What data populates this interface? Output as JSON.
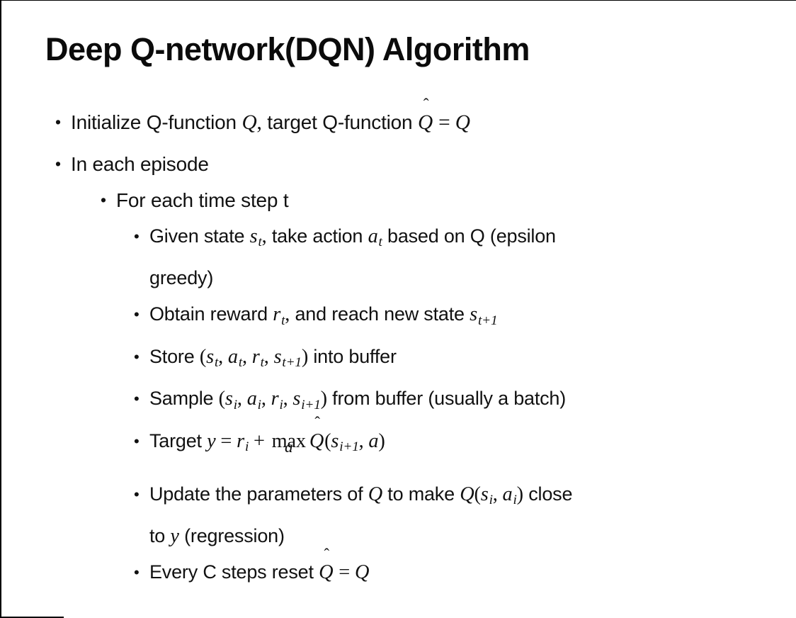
{
  "colors": {
    "background": "#ffffff",
    "text": "#111111",
    "border": "#000000"
  },
  "slide": {
    "title": "Deep Q-network(DQN) Algorithm",
    "bullet_char": "•",
    "bullets": [
      {
        "level": 1,
        "segments": [
          {
            "type": "t",
            "text": "Initialize Q-function "
          },
          {
            "type": "m",
            "text": "Q"
          },
          {
            "type": "mo",
            "text": ","
          },
          {
            "type": "t",
            "text": " target Q-function "
          },
          {
            "type": "hat",
            "text": "Q",
            "accent": "ˆ"
          },
          {
            "type": "mo",
            "text": " = "
          },
          {
            "type": "m",
            "text": "Q"
          }
        ]
      },
      {
        "level": 1,
        "segments": [
          {
            "type": "t",
            "text": "In each episode"
          }
        ]
      },
      {
        "level": 2,
        "segments": [
          {
            "type": "t",
            "text": "For each time step t"
          }
        ]
      },
      {
        "level": 3,
        "segments": [
          {
            "type": "t",
            "text": "Given state "
          },
          {
            "type": "msub",
            "text": "s",
            "sub": "t"
          },
          {
            "type": "mo",
            "text": ","
          },
          {
            "type": "t",
            "text": " take action "
          },
          {
            "type": "msub",
            "text": "a",
            "sub": "t"
          },
          {
            "type": "t",
            "text": " based on Q (epsilon"
          },
          {
            "type": "br"
          },
          {
            "type": "t",
            "text": "greedy)"
          }
        ]
      },
      {
        "level": 3,
        "segments": [
          {
            "type": "t",
            "text": "Obtain reward "
          },
          {
            "type": "msub",
            "text": "r",
            "sub": "t"
          },
          {
            "type": "mo",
            "text": ","
          },
          {
            "type": "t",
            "text": " and reach new state "
          },
          {
            "type": "msub",
            "text": "s",
            "sub": "t+1"
          }
        ]
      },
      {
        "level": 3,
        "segments": [
          {
            "type": "t",
            "text": "Store "
          },
          {
            "type": "mo",
            "text": "("
          },
          {
            "type": "msub",
            "text": "s",
            "sub": "t"
          },
          {
            "type": "mo",
            "text": ", "
          },
          {
            "type": "msub",
            "text": "a",
            "sub": "t"
          },
          {
            "type": "mo",
            "text": ", "
          },
          {
            "type": "msub",
            "text": "r",
            "sub": "t"
          },
          {
            "type": "mo",
            "text": ", "
          },
          {
            "type": "msub",
            "text": "s",
            "sub": "t+1"
          },
          {
            "type": "mo",
            "text": ")"
          },
          {
            "type": "t",
            "text": " into buffer"
          }
        ]
      },
      {
        "level": 3,
        "segments": [
          {
            "type": "t",
            "text": "Sample "
          },
          {
            "type": "mo",
            "text": "("
          },
          {
            "type": "msub",
            "text": "s",
            "sub": "i"
          },
          {
            "type": "mo",
            "text": ", "
          },
          {
            "type": "msub",
            "text": "a",
            "sub": "i"
          },
          {
            "type": "mo",
            "text": ", "
          },
          {
            "type": "msub",
            "text": "r",
            "sub": "i"
          },
          {
            "type": "mo",
            "text": ", "
          },
          {
            "type": "msub",
            "text": "s",
            "sub": "i+1"
          },
          {
            "type": "mo",
            "text": ")"
          },
          {
            "type": "t",
            "text": " from buffer (usually a batch)"
          }
        ]
      },
      {
        "level": 3,
        "segments": [
          {
            "type": "t",
            "text": "Target "
          },
          {
            "type": "m",
            "text": "y"
          },
          {
            "type": "mo",
            "text": " = "
          },
          {
            "type": "msub",
            "text": "r",
            "sub": "i"
          },
          {
            "type": "mo",
            "text": " + "
          },
          {
            "type": "underop",
            "text": "max",
            "under": "a"
          },
          {
            "type": "hat",
            "text": "Q",
            "accent": "ˆ"
          },
          {
            "type": "mo",
            "text": "("
          },
          {
            "type": "msub",
            "text": "s",
            "sub": "i+1"
          },
          {
            "type": "mo",
            "text": ", "
          },
          {
            "type": "m",
            "text": "a"
          },
          {
            "type": "mo",
            "text": ")"
          }
        ]
      },
      {
        "level": 3,
        "segments": [
          {
            "type": "t",
            "text": "Update the parameters of "
          },
          {
            "type": "m",
            "text": "Q"
          },
          {
            "type": "t",
            "text": " to make "
          },
          {
            "type": "m",
            "text": "Q"
          },
          {
            "type": "mo",
            "text": "("
          },
          {
            "type": "msub",
            "text": "s",
            "sub": "i"
          },
          {
            "type": "mo",
            "text": ", "
          },
          {
            "type": "msub",
            "text": "a",
            "sub": "i"
          },
          {
            "type": "mo",
            "text": ")"
          },
          {
            "type": "t",
            "text": " close"
          },
          {
            "type": "br"
          },
          {
            "type": "t",
            "text": "to "
          },
          {
            "type": "m",
            "text": "y"
          },
          {
            "type": "t",
            "text": " (regression)"
          }
        ]
      },
      {
        "level": 3,
        "segments": [
          {
            "type": "t",
            "text": "Every C steps reset "
          },
          {
            "type": "hat",
            "text": "Q",
            "accent": "ˆ"
          },
          {
            "type": "mo",
            "text": " = "
          },
          {
            "type": "m",
            "text": "Q"
          }
        ]
      }
    ]
  }
}
